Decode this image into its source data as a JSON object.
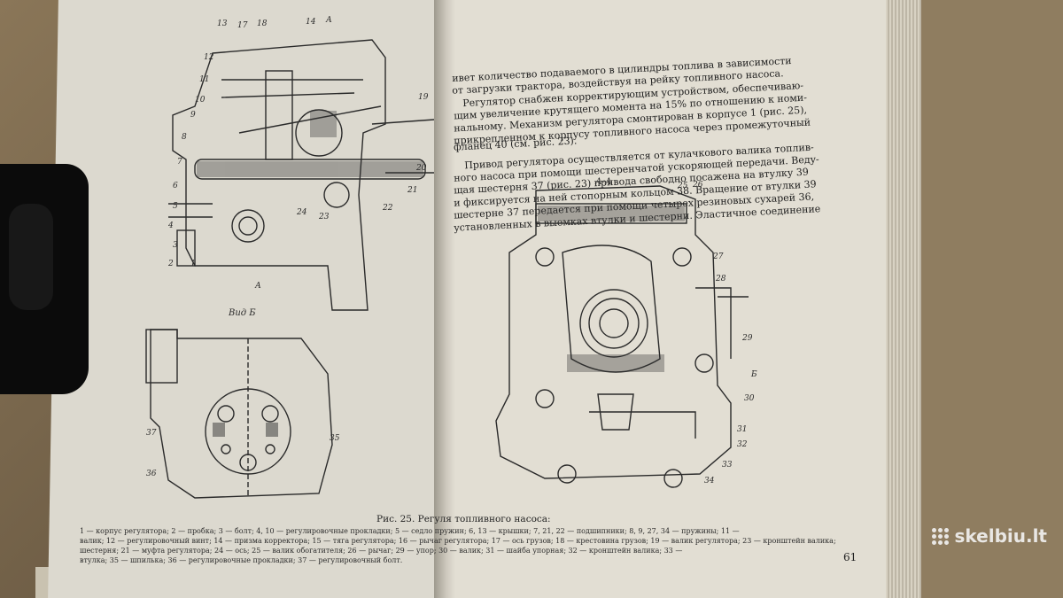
{
  "text_block": {
    "lines": [
      "ивет количество подаваемого в цилиндры топлива в зависимости",
      "от загрузки трактора, воздействуя на рейку топливного насоса.",
      "Регулятор снабжен корректирующим устройством, обеспечиваю-",
      "щим увеличение крутящего момента на 15% по отношению к номи-",
      "нальному. Механизм регулятора смонтирован в корпусе 1 (рис. 25),",
      "прикрепленном к корпусу топливного насоса через промежуточный",
      "фланец 40 (см. рис. 23).",
      "Привод регулятора осуществляется от кулачкового валика топлив-",
      "ного насоса при помощи шестеренчатой ускоряющей передачи. Веду-",
      "щая шестерня 37 (рис. 23) привода свободно посажена на втулку 39",
      "и фиксируется на ней стопорным кольцом 38. Вращение от втулки 39",
      "шестерне 37 передается при помощи четырех резиновых сухарей 36,",
      "установленных в выемках втулки и шестерни. Эластичное соединение"
    ]
  },
  "figure": {
    "view_b_label": "Вид Б",
    "section_label": "А-А",
    "section_mark_top": "А",
    "section_mark_bottom": "А",
    "right_labels": [
      "25",
      "26",
      "27",
      "28",
      "29",
      "30",
      "31",
      "32",
      "33",
      "34"
    ],
    "arrow_label": "Б",
    "view_b_labels": [
      "37",
      "36",
      "35"
    ],
    "left_labels": [
      "13",
      "17",
      "18",
      "14",
      "12",
      "11",
      "10",
      "9",
      "8",
      "7",
      "6",
      "5",
      "4",
      "3",
      "2",
      "1",
      "24",
      "23",
      "22",
      "21",
      "20",
      "19"
    ]
  },
  "caption": {
    "title": "Рис. 25. Регуля топливного насоса:",
    "lines": [
      "1 — корпус регулятора; 2 — пробка; 3 — болт; 4, 10 — регулировочные прокладки; 5 — седло пружин; 6, 13 — крышки; 7, 21, 22 — подшипники; 8, 9, 27, 34 — пружины; 11 —",
      "валик; 12 — регулировочный винт; 14 — призма корректора; 15 — тяга регулятора; 16 — рычаг регулятора; 17 — ось грузов; 18 — крестовина грузов; 19 — валик регулятора; 23 — кронштейн валика;",
      "шестерня; 21 — муфта регулятора; 24 — ось; 25 — валик обогатителя; 26 — рычаг; 29 — упор; 30 — валик; 31 — шайба упорная; 32 — кронштейн валика; 33 —",
      "втулка; 35 — шпилька; 36 — регулировочные прокладки; 37 — регулировочный болт."
    ]
  },
  "page_number": "61",
  "watermark": "skelbiu.lt",
  "colors": {
    "paper": "#e2ded3",
    "ink": "#1e1e1e",
    "table": "#7a6a52"
  }
}
